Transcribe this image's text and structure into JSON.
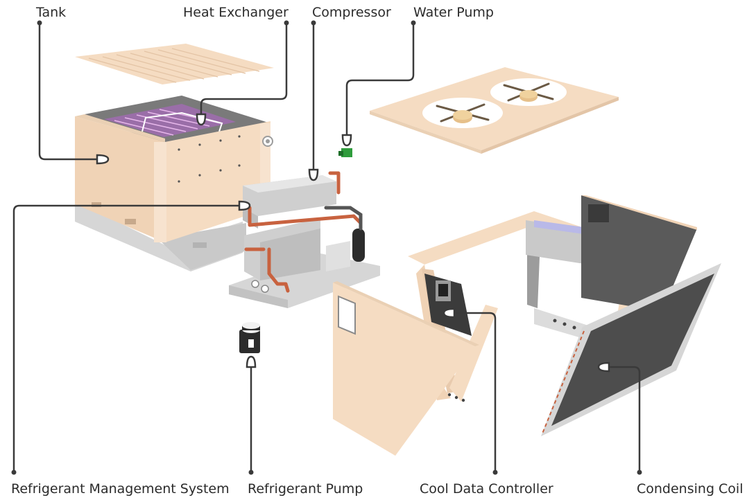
{
  "labels": {
    "tank": "Tank",
    "heat_exchanger": "Heat Exchanger",
    "compressor": "Compressor",
    "water_pump": "Water Pump",
    "refrigerant_management_system": "Refrigerant Management System",
    "refrigerant_pump": "Refrigerant Pump",
    "cool_data_controller": "Cool Data Controller",
    "condensing_coil": "Condensing Coil"
  },
  "colors": {
    "panel": "#f5dcc2",
    "panel_dark": "#ead0b4",
    "metal": "#d6d6d6",
    "metal_dark": "#9c9c9c",
    "coil": "#4d4d4d",
    "pipe": "#c8623f",
    "fluid": "#c58ac7",
    "pump_green": "#2f9c3c",
    "leader": "#3a3a3a"
  }
}
